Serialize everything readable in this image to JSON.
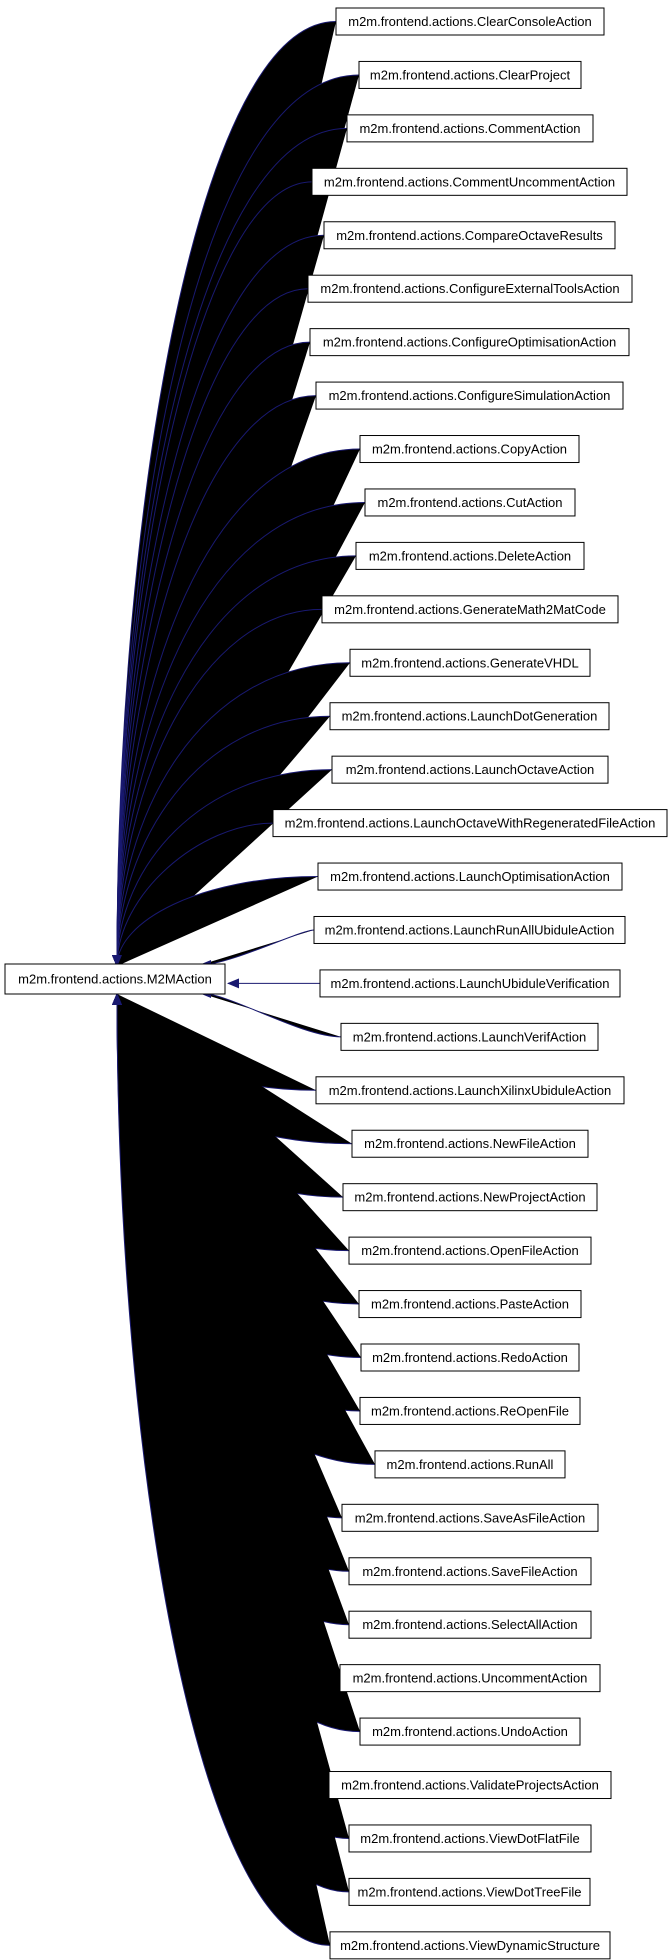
{
  "diagram": {
    "type": "inheritance-graph",
    "edge_color": "#191970",
    "base_class": "m2m.frontend.actions.M2MAction",
    "subclasses": [
      "m2m.frontend.actions.ClearConsoleAction",
      "m2m.frontend.actions.ClearProject",
      "m2m.frontend.actions.CommentAction",
      "m2m.frontend.actions.CommentUncommentAction",
      "m2m.frontend.actions.CompareOctaveResults",
      "m2m.frontend.actions.ConfigureExternalToolsAction",
      "m2m.frontend.actions.ConfigureOptimisationAction",
      "m2m.frontend.actions.ConfigureSimulationAction",
      "m2m.frontend.actions.CopyAction",
      "m2m.frontend.actions.CutAction",
      "m2m.frontend.actions.DeleteAction",
      "m2m.frontend.actions.GenerateMath2MatCode",
      "m2m.frontend.actions.GenerateVHDL",
      "m2m.frontend.actions.LaunchDotGeneration",
      "m2m.frontend.actions.LaunchOctaveAction",
      "m2m.frontend.actions.LaunchOctaveWithRegeneratedFileAction",
      "m2m.frontend.actions.LaunchOptimisationAction",
      "m2m.frontend.actions.LaunchRunAllUbiduleAction",
      "m2m.frontend.actions.LaunchUbiduleVerification",
      "m2m.frontend.actions.LaunchVerifAction",
      "m2m.frontend.actions.LaunchXilinxUbiduleAction",
      "m2m.frontend.actions.NewFileAction",
      "m2m.frontend.actions.NewProjectAction",
      "m2m.frontend.actions.OpenFileAction",
      "m2m.frontend.actions.PasteAction",
      "m2m.frontend.actions.RedoAction",
      "m2m.frontend.actions.ReOpenFile",
      "m2m.frontend.actions.RunAll",
      "m2m.frontend.actions.SaveAsFileAction",
      "m2m.frontend.actions.SaveFileAction",
      "m2m.frontend.actions.SelectAllAction",
      "m2m.frontend.actions.UncommentAction",
      "m2m.frontend.actions.UndoAction",
      "m2m.frontend.actions.ValidateProjectsAction",
      "m2m.frontend.actions.ViewDotFlatFile",
      "m2m.frontend.actions.ViewDotTreeFile",
      "m2m.frontend.actions.ViewDynamicStructure"
    ]
  }
}
